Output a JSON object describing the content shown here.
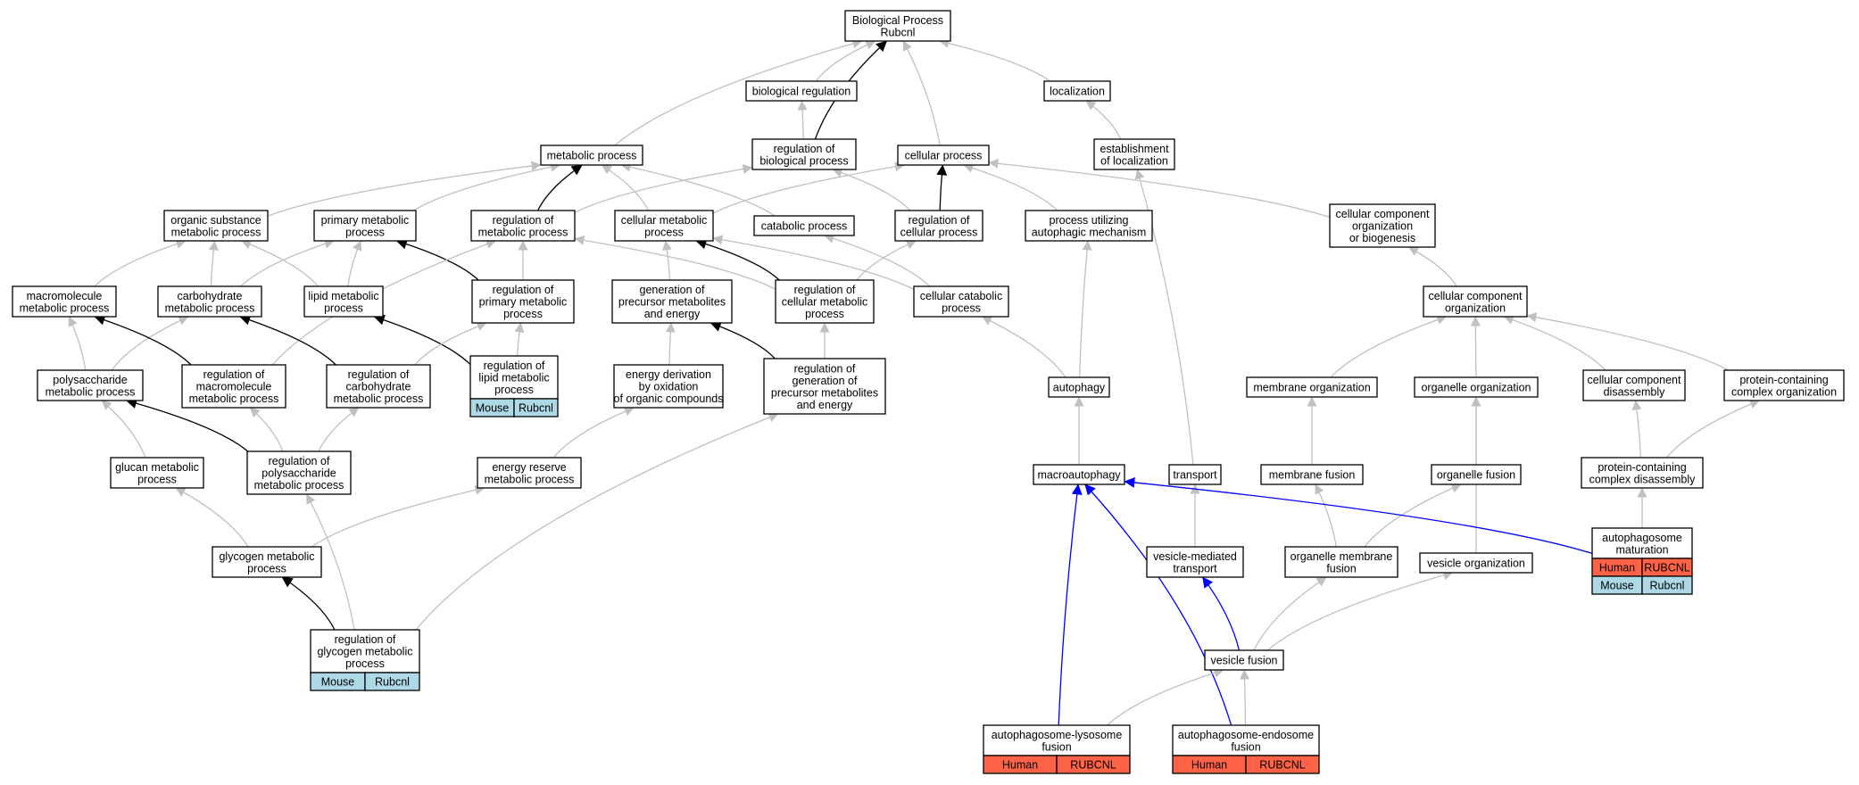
{
  "colors": {
    "gray": "#c0c0c0",
    "black": "#000000",
    "blue": "#0000ff",
    "human": "#ff6347",
    "mouse": "#add8e6"
  },
  "nodes": [
    {
      "id": "bp",
      "lines": [
        "Biological Process",
        "Rubcnl"
      ]
    },
    {
      "id": "bioreg",
      "lines": [
        "biological regulation"
      ]
    },
    {
      "id": "loc",
      "lines": [
        "localization"
      ]
    },
    {
      "id": "metab",
      "lines": [
        "metabolic process"
      ]
    },
    {
      "id": "regbio",
      "lines": [
        "regulation of",
        "biological process"
      ]
    },
    {
      "id": "cellp",
      "lines": [
        "cellular process"
      ]
    },
    {
      "id": "estab",
      "lines": [
        "establishment",
        "of localization"
      ]
    },
    {
      "id": "orgsub",
      "lines": [
        "organic substance",
        "metabolic process"
      ]
    },
    {
      "id": "primary",
      "lines": [
        "primary metabolic",
        "process"
      ]
    },
    {
      "id": "regmetab",
      "lines": [
        "regulation of",
        "metabolic process"
      ]
    },
    {
      "id": "cellmetab",
      "lines": [
        "cellular metabolic",
        "process"
      ]
    },
    {
      "id": "catab",
      "lines": [
        "catabolic process"
      ]
    },
    {
      "id": "regcell",
      "lines": [
        "regulation of",
        "cellular process"
      ]
    },
    {
      "id": "procauto",
      "lines": [
        "process utilizing",
        "autophagic mechanism"
      ]
    },
    {
      "id": "ccorg",
      "lines": [
        "cellular component",
        "organization",
        "or biogenesis"
      ]
    },
    {
      "id": "macromol",
      "lines": [
        "macromolecule",
        "metabolic process"
      ]
    },
    {
      "id": "carbo",
      "lines": [
        "carbohydrate",
        "metabolic process"
      ]
    },
    {
      "id": "lipid",
      "lines": [
        "lipid metabolic",
        "process"
      ]
    },
    {
      "id": "regprimary",
      "lines": [
        "regulation of",
        "primary metabolic",
        "process"
      ]
    },
    {
      "id": "genprec",
      "lines": [
        "generation of",
        "precursor metabolites",
        "and energy"
      ]
    },
    {
      "id": "regcellmetab",
      "lines": [
        "regulation of",
        "cellular metabolic",
        "process"
      ]
    },
    {
      "id": "cellcatab",
      "lines": [
        "cellular catabolic",
        "process"
      ]
    },
    {
      "id": "ccorg2",
      "lines": [
        "cellular component",
        "organization"
      ]
    },
    {
      "id": "polysac",
      "lines": [
        "polysaccharide",
        "metabolic process"
      ]
    },
    {
      "id": "regmacro",
      "lines": [
        "regulation of",
        "macromolecule",
        "metabolic process"
      ]
    },
    {
      "id": "regcarbo",
      "lines": [
        "regulation of",
        "carbohydrate",
        "metabolic process"
      ]
    },
    {
      "id": "reglipid",
      "lines": [
        "regulation of",
        "lipid metabolic",
        "process"
      ],
      "cells": [
        {
          "text": "Mouse",
          "color": "mouse"
        },
        {
          "text": "Rubcnl",
          "color": "mouse"
        }
      ]
    },
    {
      "id": "energyderiv",
      "lines": [
        "energy derivation",
        "by oxidation",
        "of organic compounds"
      ]
    },
    {
      "id": "reggen",
      "lines": [
        "regulation of",
        "generation of",
        "precursor metabolites",
        "and energy"
      ]
    },
    {
      "id": "autophagy",
      "lines": [
        "autophagy"
      ]
    },
    {
      "id": "membrane",
      "lines": [
        "membrane organization"
      ]
    },
    {
      "id": "organelle",
      "lines": [
        "organelle organization"
      ]
    },
    {
      "id": "ccdisas",
      "lines": [
        "cellular component",
        "disassembly"
      ]
    },
    {
      "id": "protorg",
      "lines": [
        "protein-containing",
        "complex organization"
      ]
    },
    {
      "id": "glucan",
      "lines": [
        "glucan metabolic",
        "process"
      ]
    },
    {
      "id": "regpoly",
      "lines": [
        "regulation of",
        "polysaccharide",
        "metabolic process"
      ]
    },
    {
      "id": "energyres",
      "lines": [
        "energy reserve",
        "metabolic process"
      ]
    },
    {
      "id": "macroauto",
      "lines": [
        "macroautophagy"
      ]
    },
    {
      "id": "transport",
      "lines": [
        "transport"
      ]
    },
    {
      "id": "memfusion",
      "lines": [
        "membrane fusion"
      ]
    },
    {
      "id": "orgfusion",
      "lines": [
        "organelle fusion"
      ]
    },
    {
      "id": "protdisas",
      "lines": [
        "protein-containing",
        "complex disassembly"
      ]
    },
    {
      "id": "glycogen",
      "lines": [
        "glycogen metabolic",
        "process"
      ]
    },
    {
      "id": "vesmed",
      "lines": [
        "vesicle-mediated",
        "transport"
      ]
    },
    {
      "id": "orgmemfusion",
      "lines": [
        "organelle membrane",
        "fusion"
      ]
    },
    {
      "id": "vesorg",
      "lines": [
        "vesicle organization"
      ]
    },
    {
      "id": "apmat",
      "lines": [
        "autophagosome",
        "maturation"
      ],
      "cells": [
        {
          "text": "Human",
          "color": "human"
        },
        {
          "text": "RUBCNL",
          "color": "human"
        },
        {
          "text": "Mouse",
          "color": "mouse"
        },
        {
          "text": "Rubcnl",
          "color": "mouse"
        }
      ]
    },
    {
      "id": "regglyc",
      "lines": [
        "regulation of",
        "glycogen metabolic",
        "process"
      ],
      "cells": [
        {
          "text": "Mouse",
          "color": "mouse"
        },
        {
          "text": "Rubcnl",
          "color": "mouse"
        }
      ]
    },
    {
      "id": "vesfusion",
      "lines": [
        "vesicle fusion"
      ]
    },
    {
      "id": "aplyso",
      "lines": [
        "autophagosome-lysosome",
        "fusion"
      ],
      "cells": [
        {
          "text": "Human",
          "color": "human"
        },
        {
          "text": "RUBCNL",
          "color": "human"
        }
      ]
    },
    {
      "id": "apendo",
      "lines": [
        "autophagosome-endosome",
        "fusion"
      ],
      "cells": [
        {
          "text": "Human",
          "color": "human"
        },
        {
          "text": "RUBCNL",
          "color": "human"
        }
      ]
    }
  ],
  "edges": [
    {
      "from": "bioreg",
      "to": "bp",
      "color": "gray"
    },
    {
      "from": "loc",
      "to": "bp",
      "color": "gray"
    },
    {
      "from": "metab",
      "to": "bp",
      "color": "gray"
    },
    {
      "from": "regbio",
      "to": "bp",
      "color": "black"
    },
    {
      "from": "cellp",
      "to": "bp",
      "color": "gray"
    },
    {
      "from": "regbio",
      "to": "bioreg",
      "color": "gray"
    },
    {
      "from": "estab",
      "to": "loc",
      "color": "gray"
    },
    {
      "from": "orgsub",
      "to": "metab",
      "color": "gray"
    },
    {
      "from": "primary",
      "to": "metab",
      "color": "gray"
    },
    {
      "from": "regmetab",
      "to": "metab",
      "color": "black"
    },
    {
      "from": "cellmetab",
      "to": "metab",
      "color": "gray"
    },
    {
      "from": "catab",
      "to": "metab",
      "color": "gray"
    },
    {
      "from": "regmetab",
      "to": "regbio",
      "color": "gray"
    },
    {
      "from": "regcell",
      "to": "regbio",
      "color": "gray"
    },
    {
      "from": "regcell",
      "to": "cellp",
      "color": "black"
    },
    {
      "from": "cellmetab",
      "to": "cellp",
      "color": "gray"
    },
    {
      "from": "procauto",
      "to": "cellp",
      "color": "gray"
    },
    {
      "from": "ccorg",
      "to": "cellp",
      "color": "gray"
    },
    {
      "from": "macromol",
      "to": "orgsub",
      "color": "gray"
    },
    {
      "from": "carbo",
      "to": "orgsub",
      "color": "gray"
    },
    {
      "from": "lipid",
      "to": "orgsub",
      "color": "gray"
    },
    {
      "from": "carbo",
      "to": "primary",
      "color": "gray"
    },
    {
      "from": "lipid",
      "to": "primary",
      "color": "gray"
    },
    {
      "from": "regprimary",
      "to": "primary",
      "color": "black"
    },
    {
      "from": "regprimary",
      "to": "regmetab",
      "color": "gray"
    },
    {
      "from": "regcellmetab",
      "to": "regmetab",
      "color": "gray"
    },
    {
      "from": "regmacro",
      "to": "regmetab",
      "color": "gray"
    },
    {
      "from": "genprec",
      "to": "cellmetab",
      "color": "gray"
    },
    {
      "from": "regcellmetab",
      "to": "cellmetab",
      "color": "black"
    },
    {
      "from": "cellcatab",
      "to": "cellmetab",
      "color": "gray"
    },
    {
      "from": "cellcatab",
      "to": "catab",
      "color": "gray"
    },
    {
      "from": "regcellmetab",
      "to": "regcell",
      "color": "gray"
    },
    {
      "from": "autophagy",
      "to": "procauto",
      "color": "gray"
    },
    {
      "from": "ccorg2",
      "to": "ccorg",
      "color": "gray"
    },
    {
      "from": "polysac",
      "to": "macromol",
      "color": "gray"
    },
    {
      "from": "polysac",
      "to": "carbo",
      "color": "gray"
    },
    {
      "from": "regmacro",
      "to": "macromol",
      "color": "black"
    },
    {
      "from": "regcarbo",
      "to": "carbo",
      "color": "black"
    },
    {
      "from": "reglipid",
      "to": "lipid",
      "color": "black"
    },
    {
      "from": "regcarbo",
      "to": "regprimary",
      "color": "gray"
    },
    {
      "from": "reglipid",
      "to": "regprimary",
      "color": "gray"
    },
    {
      "from": "energyderiv",
      "to": "genprec",
      "color": "gray"
    },
    {
      "from": "reggen",
      "to": "genprec",
      "color": "black"
    },
    {
      "from": "reggen",
      "to": "regcellmetab",
      "color": "gray"
    },
    {
      "from": "autophagy",
      "to": "cellcatab",
      "color": "gray"
    },
    {
      "from": "membrane",
      "to": "ccorg2",
      "color": "gray"
    },
    {
      "from": "organelle",
      "to": "ccorg2",
      "color": "gray"
    },
    {
      "from": "ccdisas",
      "to": "ccorg2",
      "color": "gray"
    },
    {
      "from": "protorg",
      "to": "ccorg2",
      "color": "gray"
    },
    {
      "from": "glucan",
      "to": "polysac",
      "color": "gray"
    },
    {
      "from": "regpoly",
      "to": "polysac",
      "color": "black"
    },
    {
      "from": "regpoly",
      "to": "regmacro",
      "color": "gray"
    },
    {
      "from": "regpoly",
      "to": "regcarbo",
      "color": "gray"
    },
    {
      "from": "energyres",
      "to": "energyderiv",
      "color": "gray"
    },
    {
      "from": "macroauto",
      "to": "autophagy",
      "color": "gray"
    },
    {
      "from": "transport",
      "to": "estab",
      "color": "gray"
    },
    {
      "from": "memfusion",
      "to": "membrane",
      "color": "gray"
    },
    {
      "from": "orgfusion",
      "to": "organelle",
      "color": "gray"
    },
    {
      "from": "vesorg",
      "to": "organelle",
      "color": "gray"
    },
    {
      "from": "protdisas",
      "to": "ccdisas",
      "color": "gray"
    },
    {
      "from": "protdisas",
      "to": "protorg",
      "color": "gray"
    },
    {
      "from": "glycogen",
      "to": "glucan",
      "color": "gray"
    },
    {
      "from": "glycogen",
      "to": "energyres",
      "color": "gray"
    },
    {
      "from": "vesmed",
      "to": "transport",
      "color": "gray"
    },
    {
      "from": "orgmemfusion",
      "to": "memfusion",
      "color": "gray"
    },
    {
      "from": "orgmemfusion",
      "to": "orgfusion",
      "color": "gray"
    },
    {
      "from": "apmat",
      "to": "protdisas",
      "color": "gray"
    },
    {
      "from": "apmat",
      "to": "macroauto",
      "color": "blue"
    },
    {
      "from": "regglyc",
      "to": "glycogen",
      "color": "black"
    },
    {
      "from": "regglyc",
      "to": "regpoly",
      "color": "gray"
    },
    {
      "from": "regglyc",
      "to": "reggen",
      "color": "gray"
    },
    {
      "from": "vesfusion",
      "to": "vesmed",
      "color": "blue"
    },
    {
      "from": "vesfusion",
      "to": "orgmemfusion",
      "color": "gray"
    },
    {
      "from": "vesfusion",
      "to": "vesorg",
      "color": "gray"
    },
    {
      "from": "aplyso",
      "to": "macroauto",
      "color": "blue"
    },
    {
      "from": "apendo",
      "to": "macroauto",
      "color": "blue"
    },
    {
      "from": "aplyso",
      "to": "vesfusion",
      "color": "gray"
    },
    {
      "from": "apendo",
      "to": "vesfusion",
      "color": "gray"
    }
  ]
}
